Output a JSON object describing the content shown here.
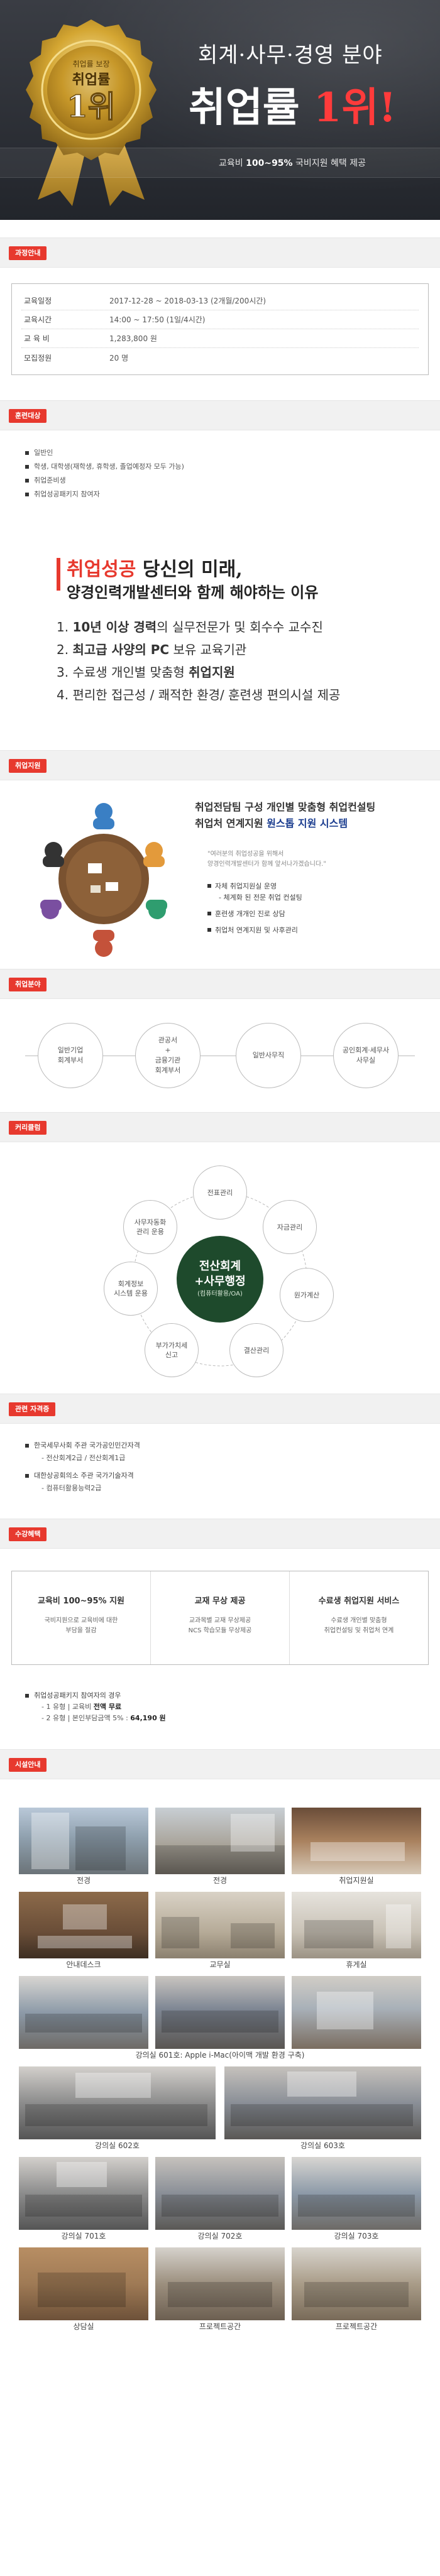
{
  "hero": {
    "medal_line1": "취업률 보장",
    "medal_line2": "취업률",
    "medal_num": "1위",
    "title_line1": "회계·사무·경영 분야",
    "title_line2_a": "취업률 ",
    "title_line2_b": "1위!",
    "sub_a": "교육비 ",
    "sub_b": "100~95%",
    "sub_c": " 국비지원 혜택 제공",
    "colors": {
      "accent_red": "#ff3b3b",
      "gold": "#d4a632"
    }
  },
  "sections": {
    "course": "과정안내",
    "target": "훈련대상",
    "support": "취업지원",
    "fields": "취업분야",
    "curriculum": "커리큘럼",
    "certs": "관련 자격증",
    "benefit": "수강혜택",
    "facility": "시설안내"
  },
  "course": {
    "rows": [
      {
        "k": "교육일정",
        "v": "2017-12-28 ~ 2018-03-13 (2개월/200시간)"
      },
      {
        "k": "교육시간",
        "v": "14:00 ~ 17:50 (1일/4시간)"
      },
      {
        "k": "교 육 비",
        "v": "1,283,800 원"
      },
      {
        "k": "모집정원",
        "v": "20 명"
      }
    ]
  },
  "target": {
    "items": [
      "일반인",
      "학생, 대학생(재학생, 휴학생, 졸업예정자 모두 가능)",
      "취업준비생",
      "취업성공패키지 참여자"
    ]
  },
  "reasons": {
    "h2_red": "취업성공",
    "h2_rest": " 당신의 미래,",
    "h3": "양경인력개발센터와 함께 해야하는 이유",
    "items": [
      {
        "n": "1. ",
        "b": "10년 이상 경력",
        "t": "의 실무전문가 및 회수수 교수진"
      },
      {
        "n": "2. ",
        "b": "최고급 사양의 PC",
        "t": " 보유 교육기관"
      },
      {
        "n": "3. ",
        "b": "",
        "t": "수료생 개인별 맞춤형 ",
        "b2": "취업지원"
      },
      {
        "n": "4. ",
        "b": "",
        "t": "편리한 접근성 / 쾌적한 환경/ 훈련생 편의시설 제공"
      }
    ]
  },
  "support": {
    "title1": "취업전담팀 구성 개인별 맞춤형 취업컨설팅",
    "title2_a": "취업처 연계지원 ",
    "title2_b": "원스톱 지원 시스템",
    "quote1": "\"여러분의 취업성공을 위해서",
    "quote2": "양경인력개발센터가 함께 앞서나가겠습니다.\"",
    "items": [
      "자체 취업지원실 운영",
      "- 체계화 된 전문 취업 컨설팅",
      "훈련생 개개인 진로 상담",
      "취업처 연계지원 및 사후관리"
    ]
  },
  "fields": {
    "items": [
      "일반기업\n회계부서",
      "관공서\n+\n금융기관\n회계부서",
      "일반사무직",
      "공인회계·세무사\n사무실"
    ]
  },
  "curriculum": {
    "center1": "전산회계",
    "center2": "+사무행정",
    "center3": "(컴퓨터활용/OA)",
    "nodes": [
      "전표관리",
      "자금관리",
      "원가계산",
      "결산관리",
      "부가가치세\n신고",
      "회계정보\n시스템 운용",
      "사무자동화\n관리 운용"
    ]
  },
  "certs": {
    "items": [
      {
        "b": "한국세무사회 주관 국가공인민간자격",
        "s": "- 전산회계2급 / 전산회계1급"
      },
      {
        "b": "대한상공회의소 주관 국가기술자격",
        "s": "- 컴퓨터활용능력2급"
      }
    ]
  },
  "benefit": {
    "cells": [
      {
        "h": "교육비 100~95% 지원",
        "d1": "국비지원으로 교육비에 대한",
        "d2": "부담을 절감"
      },
      {
        "h": "교재 무상 제공",
        "d1": "교과목별 교재 무상제공",
        "d2": "NCS 학습모듈 무상제공"
      },
      {
        "h": "수료생 취업지원 서비스",
        "d1": "수료생 개인별 맞춤형",
        "d2": "취업컨설팅 및 취업처 연계"
      }
    ],
    "note": "취업성공패키지 참여자의 경우",
    "sub1_a": "- 1 유형 | 교육비 ",
    "sub1_b": "전액 무료",
    "sub2_a": "- 2 유형 | 본인부담금액 5% : ",
    "sub2_b": "64,190 원"
  },
  "gallery": {
    "rows": [
      {
        "caps": [
          "전경",
          "전경",
          "취업지원실"
        ]
      },
      {
        "caps": [
          "안내데스크",
          "교무실",
          "휴게실"
        ]
      },
      {
        "wide": "강의실 601호: Apple i-Mac(아이맥 개발 환경 구축)"
      },
      {
        "caps2": [
          "강의실 602호",
          "강의실 603호"
        ]
      },
      {
        "caps": [
          "강의실 701호",
          "강의실 702호",
          "강의실 703호"
        ]
      },
      {
        "caps": [
          "상담실",
          "프로젝트공간",
          "프로젝트공간"
        ]
      }
    ]
  }
}
